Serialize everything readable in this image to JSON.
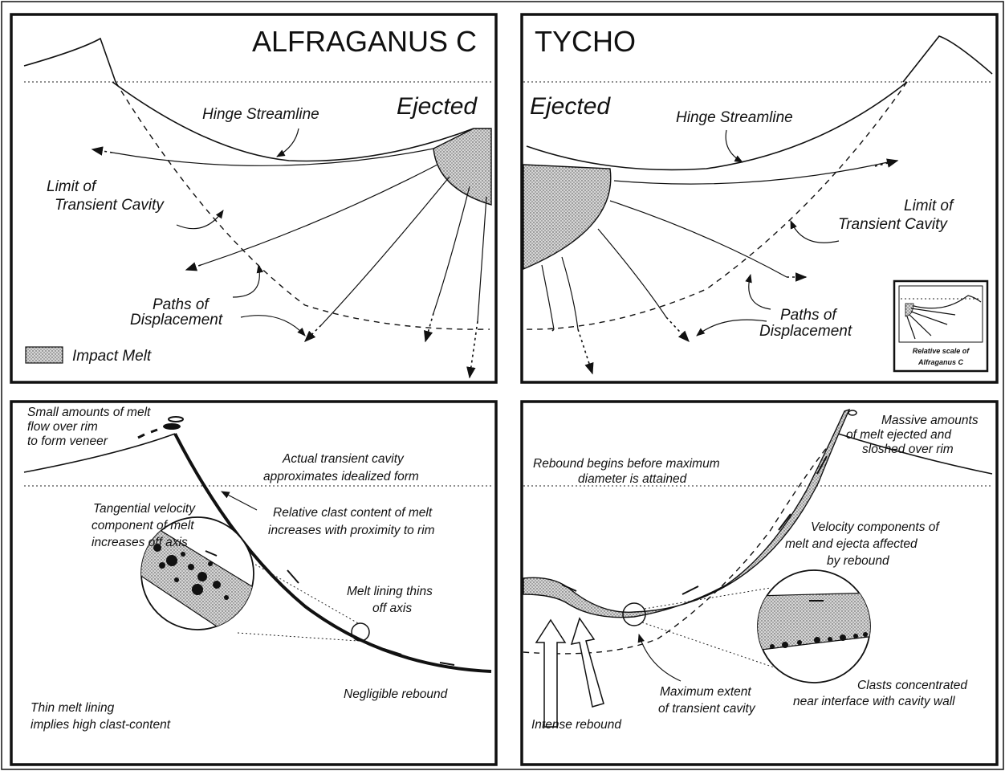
{
  "top_left": {
    "title": "ALFRAGANUS C",
    "ejected": "Ejected",
    "hinge": "Hinge Streamline",
    "limit_1": "Limit of",
    "limit_2": "Transient Cavity",
    "paths_1": "Paths of",
    "paths_2": "Displacement",
    "legend": "Impact Melt"
  },
  "top_right": {
    "title": "TYCHO",
    "ejected": "Ejected",
    "hinge": "Hinge Streamline",
    "limit_1": "Limit of",
    "limit_2": "Transient Cavity",
    "paths_1": "Paths of",
    "paths_2": "Displacement",
    "inset_1": "Relative scale of",
    "inset_2": "Alfraganus C"
  },
  "bottom_left": {
    "small_1": "Small amounts of melt",
    "small_2": "flow over rim",
    "small_3": "to form veneer",
    "actual_1": "Actual transient cavity",
    "actual_2": "approximates idealized form",
    "tangential_1": "Tangential velocity",
    "tangential_2": "component of melt",
    "tangential_3": "increases off axis",
    "clast_1": "Relative clast content of melt",
    "clast_2": "increases with proximity to rim",
    "lining_1": "Melt lining thins",
    "lining_2": "off axis",
    "negligible": "Negligible rebound",
    "thin_1": "Thin melt lining",
    "thin_2": "implies high clast-content"
  },
  "bottom_right": {
    "massive_1": "Massive amounts",
    "massive_2": "of melt ejected and",
    "massive_3": "sloshed over rim",
    "rebound_1": "Rebound begins before maximum",
    "rebound_2": "diameter is attained",
    "velocity_1": "Velocity components of",
    "velocity_2": "melt and ejecta affected",
    "velocity_3": "by rebound",
    "clasts_1": "Clasts concentrated",
    "clasts_2": "near interface with cavity wall",
    "maximum_1": "Maximum extent",
    "maximum_2": "of transient cavity",
    "intense": "Intense rebound"
  }
}
